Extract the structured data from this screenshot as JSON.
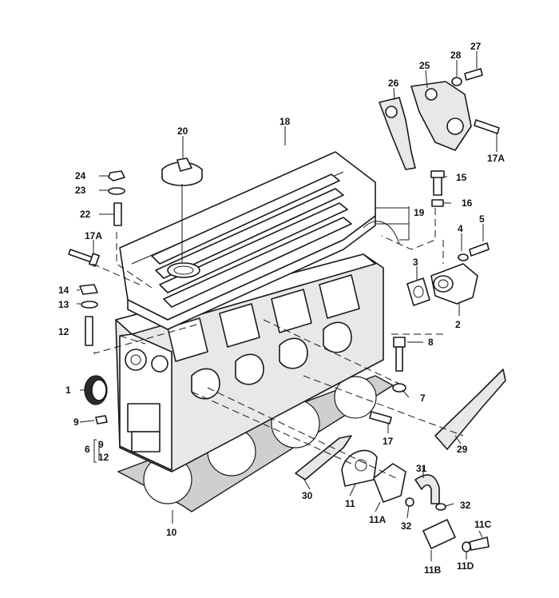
{
  "callouts": [
    {
      "id": "c1",
      "text": "1"
    },
    {
      "id": "c2",
      "text": "2"
    },
    {
      "id": "c3",
      "text": "3"
    },
    {
      "id": "c4",
      "text": "4"
    },
    {
      "id": "c5",
      "text": "5"
    },
    {
      "id": "c6",
      "text": "6"
    },
    {
      "id": "c7",
      "text": "7"
    },
    {
      "id": "c8",
      "text": "8"
    },
    {
      "id": "c9",
      "text": "9"
    },
    {
      "id": "c9b",
      "text": "9"
    },
    {
      "id": "c10",
      "text": "10"
    },
    {
      "id": "c11",
      "text": "11"
    },
    {
      "id": "c11A",
      "text": "11A"
    },
    {
      "id": "c11B",
      "text": "11B"
    },
    {
      "id": "c11C",
      "text": "11C"
    },
    {
      "id": "c11D",
      "text": "11D"
    },
    {
      "id": "c12",
      "text": "12"
    },
    {
      "id": "c12b",
      "text": "12"
    },
    {
      "id": "c13",
      "text": "13"
    },
    {
      "id": "c14",
      "text": "14"
    },
    {
      "id": "c15",
      "text": "15"
    },
    {
      "id": "c16",
      "text": "16"
    },
    {
      "id": "c17",
      "text": "17"
    },
    {
      "id": "c17A",
      "text": "17A"
    },
    {
      "id": "c17Ab",
      "text": "17A"
    },
    {
      "id": "c18",
      "text": "18"
    },
    {
      "id": "c19",
      "text": "19"
    },
    {
      "id": "c20",
      "text": "20"
    },
    {
      "id": "c22",
      "text": "22"
    },
    {
      "id": "c23",
      "text": "23"
    },
    {
      "id": "c24",
      "text": "24"
    },
    {
      "id": "c25",
      "text": "25"
    },
    {
      "id": "c26",
      "text": "26"
    },
    {
      "id": "c27",
      "text": "27"
    },
    {
      "id": "c28",
      "text": "28"
    },
    {
      "id": "c29",
      "text": "29"
    },
    {
      "id": "c30",
      "text": "30"
    },
    {
      "id": "c31",
      "text": "31"
    },
    {
      "id": "c32",
      "text": "32"
    },
    {
      "id": "c32b",
      "text": "32"
    }
  ]
}
